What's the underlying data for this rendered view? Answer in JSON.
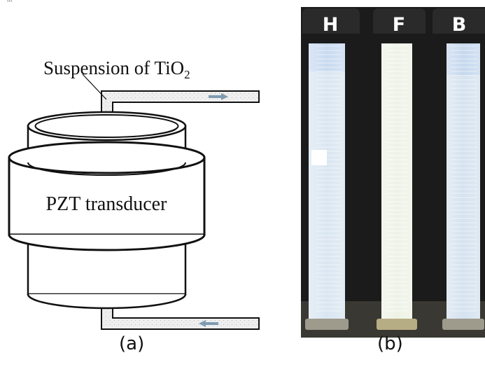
{
  "top_text": "...",
  "panel_a": {
    "label": "(a)",
    "suspension_label": "Suspension of TiO",
    "suspension_subscript": "2",
    "transducer_label": "PZT transducer"
  },
  "panel_b": {
    "label": "(b)",
    "tube_labels": [
      "H",
      "F",
      "B"
    ]
  },
  "colors": {
    "line": "#111111",
    "pipe_fill": "#eeeeee",
    "arrow": "#7f9bb0",
    "photo_bg": "#1b1b1b",
    "tag_bg": "#2a2a2a",
    "milky": "#d9e6f1",
    "clear": "#eef2e6"
  }
}
